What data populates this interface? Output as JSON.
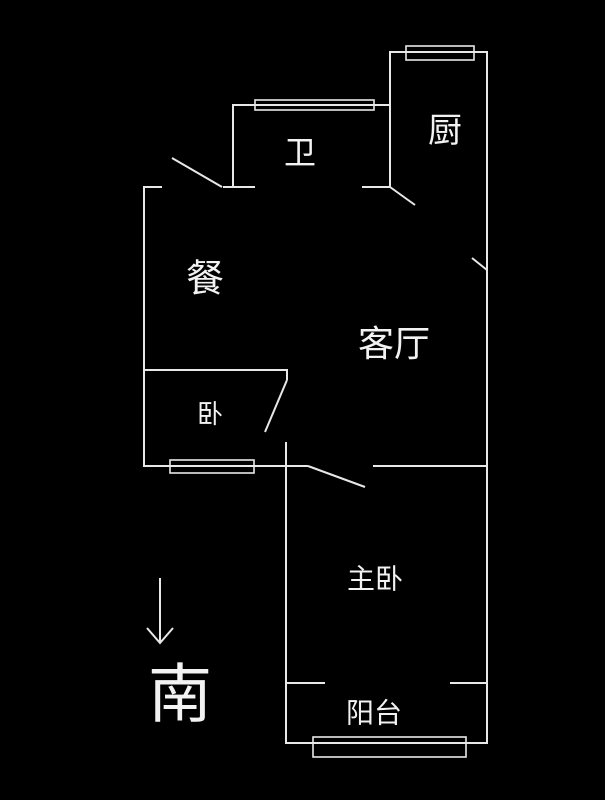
{
  "rooms": {
    "kitchen": "厨",
    "bathroom": "卫",
    "dining": "餐",
    "living_room": "客厅",
    "bedroom": "卧",
    "master_bedroom": "主卧",
    "balcony": "阳台"
  },
  "compass": {
    "label": "南",
    "icon": "arrow-down-icon"
  },
  "colors": {
    "background": "#000000",
    "lines": "#e8e8e8"
  }
}
